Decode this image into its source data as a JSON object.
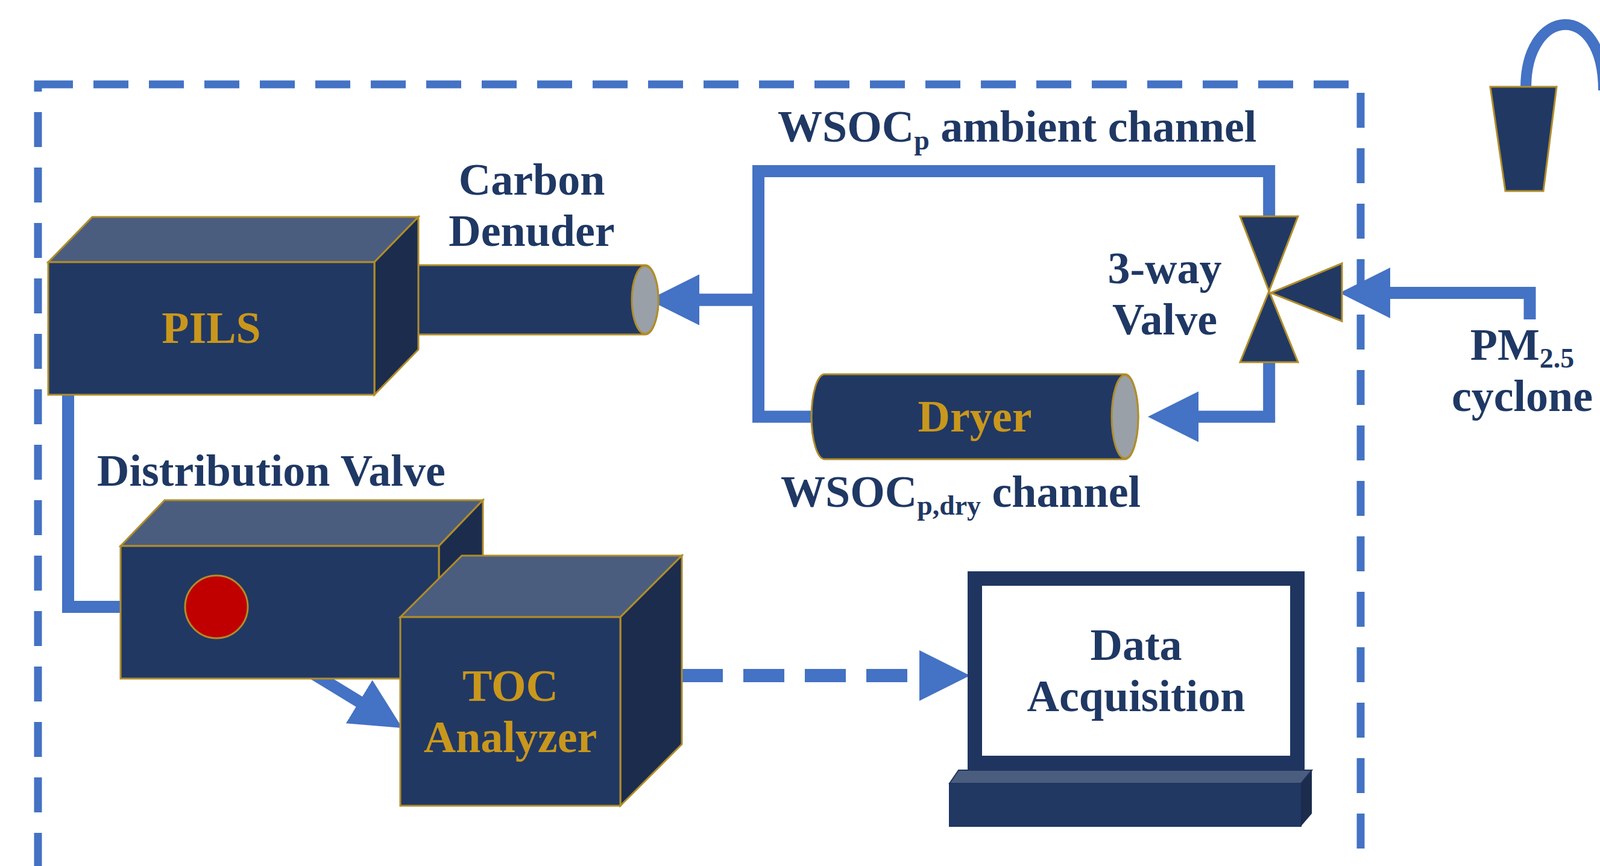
{
  "diagram": {
    "nodes": [
      {
        "text": [
          "Carbon Denuder"
        ]
      },
      {
        "text": [
          "PILS"
        ]
      },
      {
        "text": [
          "3-way Valve"
        ]
      },
      {
        "text": [
          "PM2.5 cyclone"
        ]
      },
      {
        "text": [
          "Dryer"
        ]
      },
      {
        "text": [
          "Distribution Valve"
        ]
      },
      {
        "text": [
          "TOC Analyzer"
        ]
      },
      {
        "text": [
          "Data Acquisition"
        ]
      }
    ],
    "edges": [
      {
        "from": 3,
        "to": 2,
        "arrow": "to"
      },
      {
        "from": 2,
        "to": 0,
        "arrow": "to"
      },
      {
        "from": 2,
        "to": 4,
        "arrow": "to"
      },
      {
        "from": 4,
        "to": 0,
        "arrow": "to"
      },
      {
        "from": 1,
        "to": 5,
        "arrow": "to"
      },
      {
        "from": 5,
        "to": 6,
        "arrow": "to"
      },
      {
        "from": 6,
        "to": 7,
        "arrow": "to"
      }
    ],
    "labels": [
      "WSOCp ambient channel",
      "WSOCp,dry channel"
    ]
  }
}
